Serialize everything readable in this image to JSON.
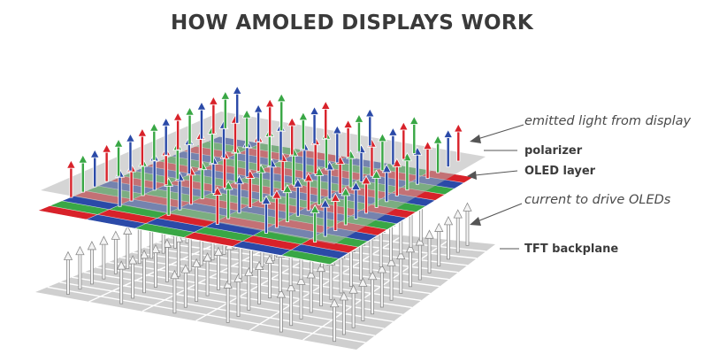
{
  "title": "HOW AMOLED DISPLAYS WORK",
  "labels": {
    "emitted_light": "emitted light from display",
    "polarizer": "polarizer",
    "oled_layer": "OLED layer",
    "current": "current to drive OLEDs",
    "tft_backplane": "TFT backplane"
  },
  "colors": {
    "red": "#d8222a",
    "green": "#39a745",
    "blue": "#2b4aa8",
    "polarizer": "#b3b3b3",
    "backplane": "#cfcfcf",
    "grid_line": "#ffffff",
    "arrow_light_stroke": "#ffffff",
    "text": "#3a3a3a"
  },
  "subpixel_pattern": [
    "red",
    "green",
    "blue"
  ]
}
